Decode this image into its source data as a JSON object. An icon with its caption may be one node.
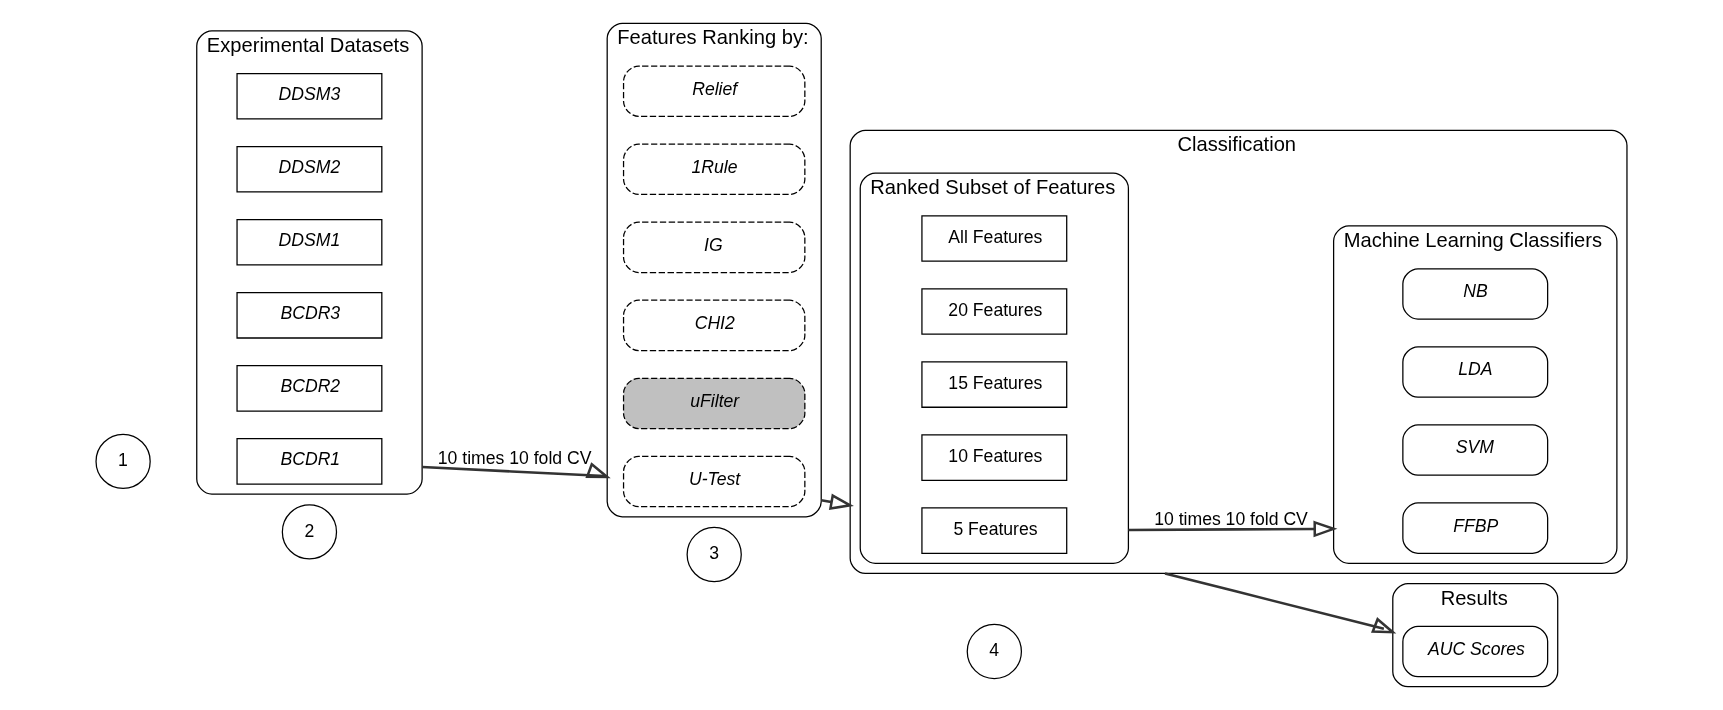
{
  "diagram": {
    "nodes": [
      {
        "text": [
          "1"
        ]
      },
      {
        "text": [
          "Experimental Datasets"
        ]
      },
      {
        "text": [
          "BCDR1"
        ],
        "in": 1
      },
      {
        "text": [
          "BCDR2"
        ],
        "in": 1
      },
      {
        "text": [
          "BCDR3"
        ],
        "in": 1
      },
      {
        "text": [
          "DDSM1"
        ],
        "in": 1
      },
      {
        "text": [
          "DDSM2"
        ],
        "in": 1
      },
      {
        "text": [
          "DDSM3"
        ],
        "in": 1
      },
      {
        "text": [
          "2"
        ]
      },
      {
        "text": [
          "Features Ranking by:"
        ]
      },
      {
        "text": [
          "U-Test"
        ],
        "in": 9
      },
      {
        "text": [
          "uFilter"
        ],
        "in": 9
      },
      {
        "text": [
          "CHI2"
        ],
        "in": 9
      },
      {
        "text": [
          "IG"
        ],
        "in": 9
      },
      {
        "text": [
          "1Rule"
        ],
        "in": 9
      },
      {
        "text": [
          "Relief"
        ],
        "in": 9
      },
      {
        "text": [
          "3"
        ]
      },
      {
        "text": [
          "Classification"
        ]
      },
      {
        "text": [
          "Ranked Subset of Features"
        ],
        "in": 17
      },
      {
        "text": [
          "5 Features"
        ],
        "in": 18
      },
      {
        "text": [
          "10 Features"
        ],
        "in": 18
      },
      {
        "text": [
          "15 Features"
        ],
        "in": 18
      },
      {
        "text": [
          "20 Features"
        ],
        "in": 18
      },
      {
        "text": [
          "All Features"
        ],
        "in": 18
      },
      {
        "text": [
          "Machine Learning Classifiers"
        ],
        "in": 17
      },
      {
        "text": [
          "FFBP"
        ],
        "in": 24
      },
      {
        "text": [
          "SVM"
        ],
        "in": 24
      },
      {
        "text": [
          "LDA"
        ],
        "in": 24
      },
      {
        "text": [
          "NB"
        ],
        "in": 24
      },
      {
        "text": [
          "4"
        ]
      },
      {
        "text": [
          "Results"
        ]
      },
      {
        "text": [
          "AUC Scores"
        ],
        "in": 30
      }
    ],
    "edges": [
      {
        "from": 1,
        "to": 9,
        "arrow": "to",
        "label": "10 times 10 fold CV"
      },
      {
        "from": 9,
        "to": 17,
        "arrow": "to"
      },
      {
        "from": 18,
        "to": 24,
        "arrow": "to",
        "label": "10 times 10 fold CV"
      },
      {
        "from": 17,
        "to": 30,
        "arrow": "to"
      }
    ]
  }
}
